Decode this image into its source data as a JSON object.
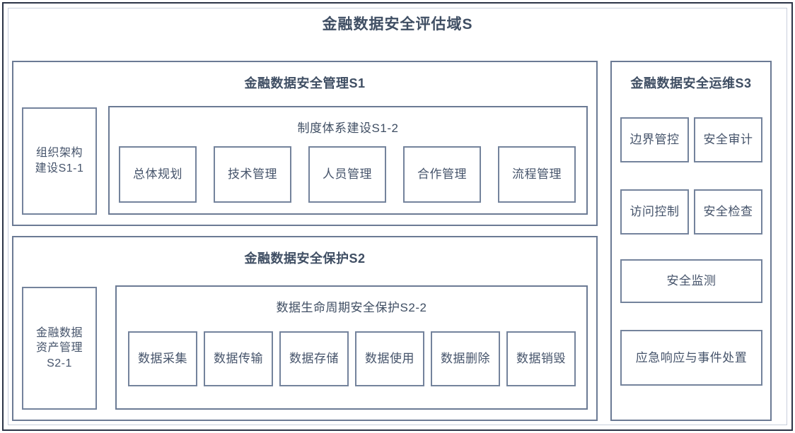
{
  "diagram": {
    "title": "金融数据安全评估域S",
    "colors": {
      "frame_outer": "#2b3446",
      "frame_inner": "#c9d0dc",
      "box_border": "#6b7a94",
      "leaf_border": "#74839c",
      "text": "#46546b",
      "title_text": "#3f4e63",
      "background": "#ffffff"
    },
    "groups": [
      {
        "id": "S1",
        "title": "金融数据安全管理S1",
        "left_block": {
          "label": "组织架构\n建设S1-1"
        },
        "sub_group": {
          "title": "制度体系建设S1-2",
          "items": [
            {
              "label": "总体规划"
            },
            {
              "label": "技术管理"
            },
            {
              "label": "人员管理"
            },
            {
              "label": "合作管理"
            },
            {
              "label": "流程管理"
            }
          ]
        }
      },
      {
        "id": "S2",
        "title": "金融数据安全保护S2",
        "left_block": {
          "label": "金融数据\n资产管理\nS2-1"
        },
        "sub_group": {
          "title": "数据生命周期安全保护S2-2",
          "items": [
            {
              "label": "数据采集"
            },
            {
              "label": "数据传输"
            },
            {
              "label": "数据存储"
            },
            {
              "label": "数据使用"
            },
            {
              "label": "数据删除"
            },
            {
              "label": "数据销毁"
            }
          ]
        }
      }
    ],
    "side_group": {
      "id": "S3",
      "title": "金融数据安全运维S3",
      "items": [
        {
          "label": "边界管控"
        },
        {
          "label": "安全审计"
        },
        {
          "label": "访问控制"
        },
        {
          "label": "安全检查"
        },
        {
          "label": "安全监测"
        },
        {
          "label": "应急响应与事件处置"
        }
      ]
    }
  }
}
